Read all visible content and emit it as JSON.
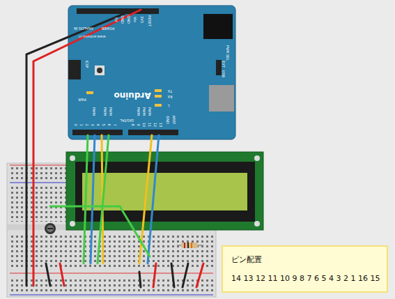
{
  "diagram": {
    "nodes": [
      {
        "text": [
          "ピン配置",
          "14 13 12 11 10 9 8 7 6 5 4 3 2 1 16 15"
        ]
      }
    ],
    "labels": [
      "Arduino",
      "www.arduino.cc",
      "RESET",
      "POWER",
      "ANALOG IN",
      "5V",
      "GND",
      "GND",
      "Vin",
      "3V3",
      "ICSP",
      "PWR SEL",
      "EXT",
      "USB",
      "TX",
      "RX",
      "L",
      "PWR",
      "DIGITAL",
      "AREF",
      "GND",
      "PWM",
      "PWM",
      "PWM",
      "PWM",
      "PWM",
      "PWM",
      "0",
      "1",
      "2",
      "3",
      "4",
      "5",
      "6",
      "7",
      "8",
      "9",
      "10",
      "11",
      "12",
      "13"
    ]
  }
}
